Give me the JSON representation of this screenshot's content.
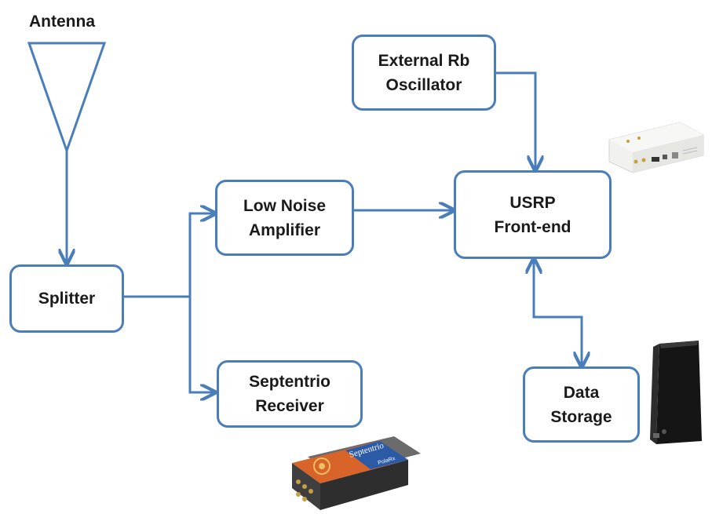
{
  "antenna": {
    "label": "Antenna"
  },
  "blocks": {
    "splitter": "Splitter",
    "lna": "Low Noise\nAmplifier",
    "septentrio": "Septentrio\nReceiver",
    "rb_osc": "External Rb\nOscillator",
    "usrp": "USRP\nFront-end",
    "storage": "Data\nStorage"
  },
  "device_photos": {
    "septentrio_box": {
      "brand": "Septentrio",
      "model": "PolaRx"
    }
  },
  "colors": {
    "line": "#4a7ebb",
    "text": "#1a1a1a",
    "septentrio_orange": "#d9642a",
    "septentrio_blue": "#2b5aa6"
  }
}
